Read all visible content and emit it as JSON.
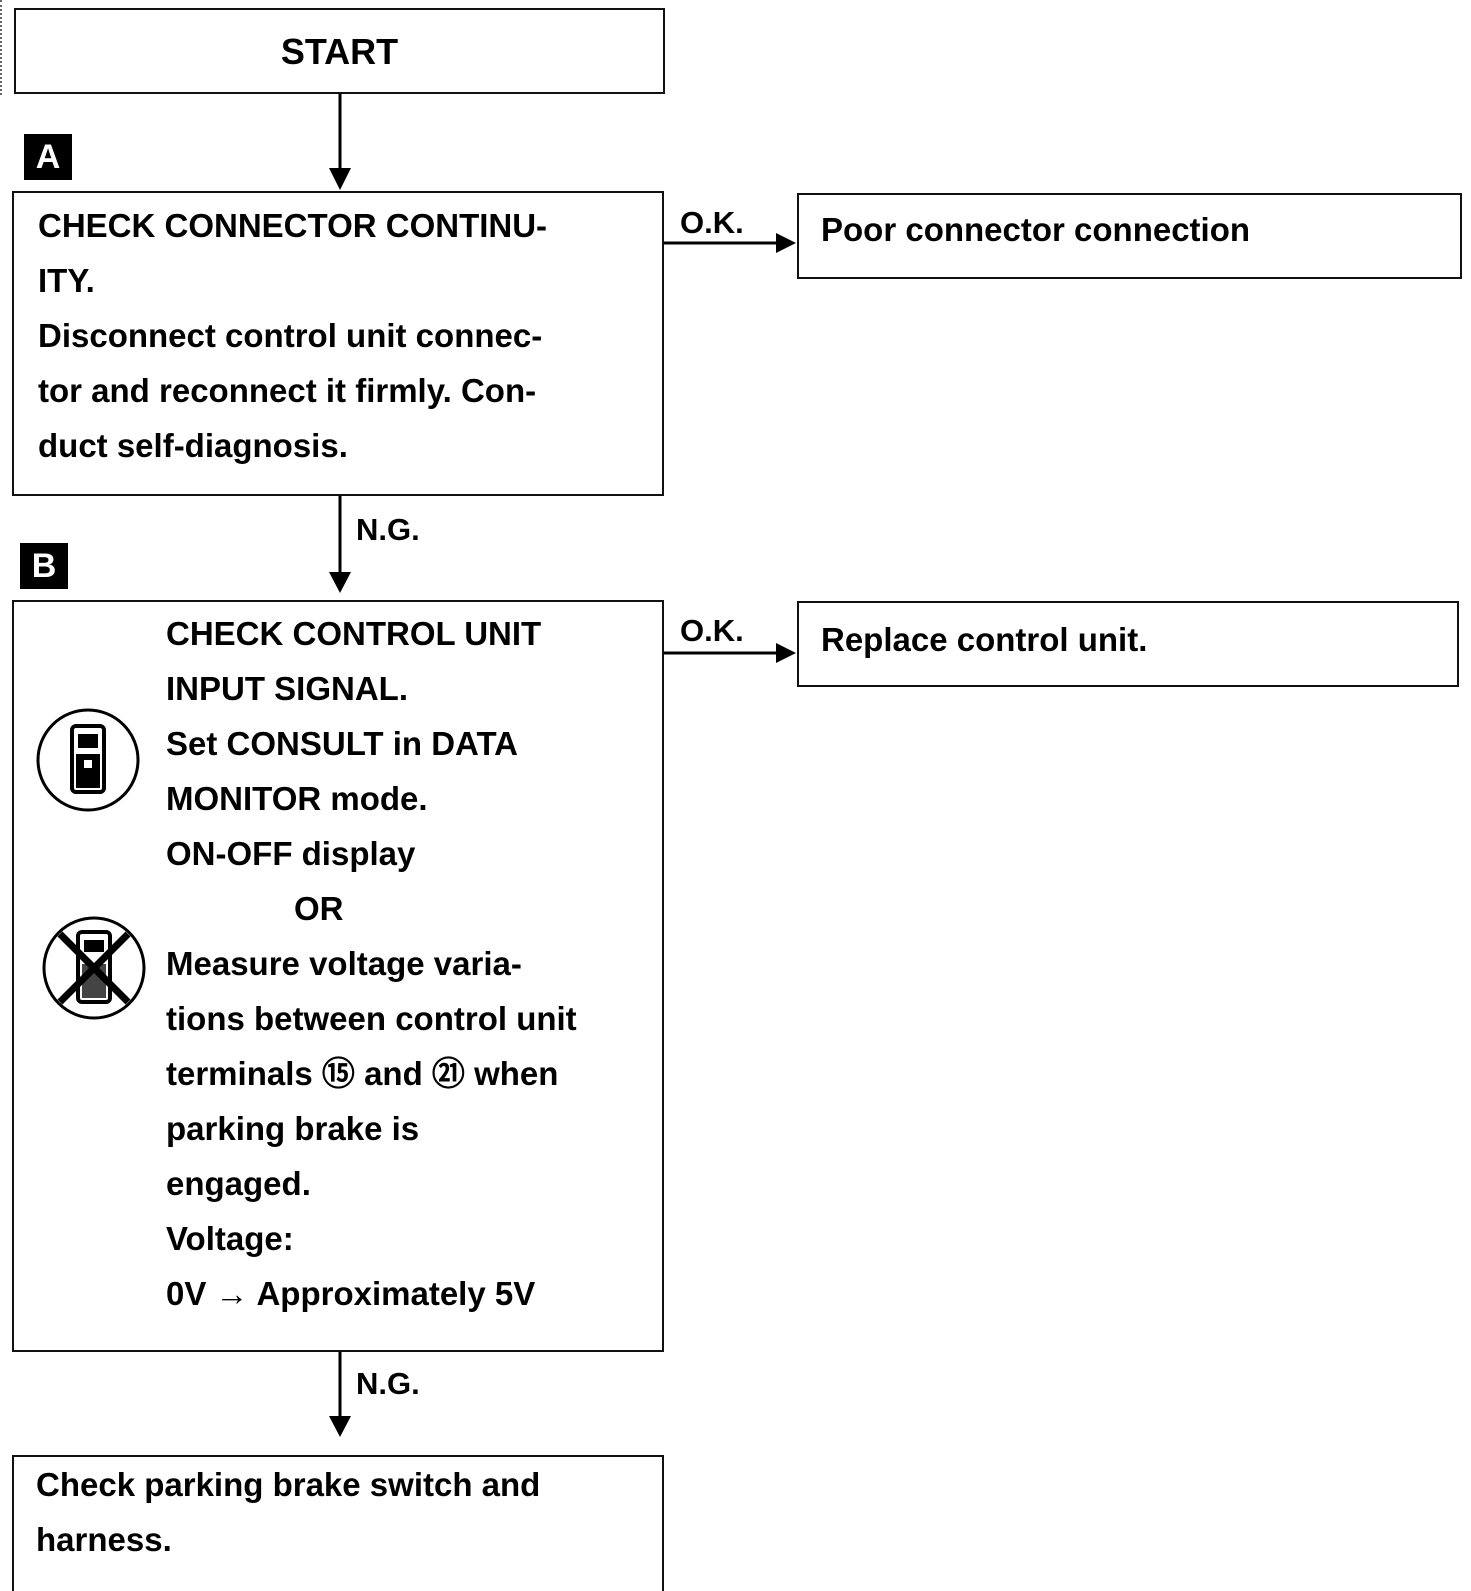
{
  "start": {
    "label": "START"
  },
  "steps": [
    {
      "badge": "A",
      "lines": [
        "CHECK CONNECTOR CONTINU-",
        "ITY.",
        "Disconnect control unit connec-",
        "tor and reconnect it firmly. Con-",
        "duct self-diagnosis."
      ],
      "ok_label": "O.K.",
      "ok_result": "Poor connector connection",
      "ng_label": "N.G."
    },
    {
      "badge": "B",
      "lines": [
        "CHECK CONTROL UNIT",
        "INPUT SIGNAL.",
        "Set CONSULT in DATA",
        "MONITOR mode.",
        "ON-OFF display",
        "OR",
        "Measure voltage varia-",
        "tions between control unit",
        "terminals ⑮ and ㉑ when",
        "parking brake is",
        "engaged.",
        "Voltage:",
        "0V → Approximately 5V"
      ],
      "ok_label": "O.K.",
      "ok_result": "Replace control unit.",
      "ng_label": "N.G.",
      "icons": [
        "consult-tester-icon",
        "no-consult-icon"
      ]
    }
  ],
  "final": {
    "lines": [
      "Check parking brake switch and",
      "harness."
    ]
  },
  "colors": {
    "ink": "#000000",
    "paper": "#ffffff"
  }
}
